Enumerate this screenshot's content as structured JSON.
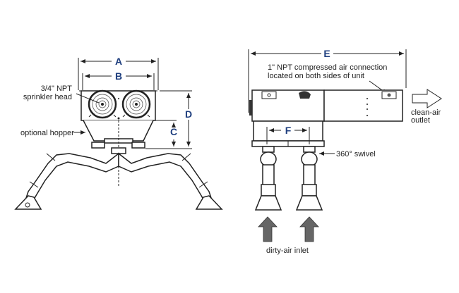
{
  "colors": {
    "dimension_label": "#1f3f7f",
    "line": "#222222",
    "arrow_fill": "#666666"
  },
  "front_view": {
    "dimensions": {
      "a": "A",
      "b": "B",
      "c": "C",
      "d": "D"
    },
    "callouts": {
      "sprinkler_line1": "3/4\" NPT",
      "sprinkler_line2": "sprinkler head",
      "hopper": "optional hopper"
    }
  },
  "side_view": {
    "dimensions": {
      "e": "E",
      "f": "F"
    },
    "callouts": {
      "air_line1": "1\" NPT compressed air connection",
      "air_line2": "located on both sides of unit",
      "swivel": "360° swivel",
      "outlet_line1": "clean-air",
      "outlet_line2": "outlet",
      "inlet": "dirty-air inlet"
    }
  }
}
